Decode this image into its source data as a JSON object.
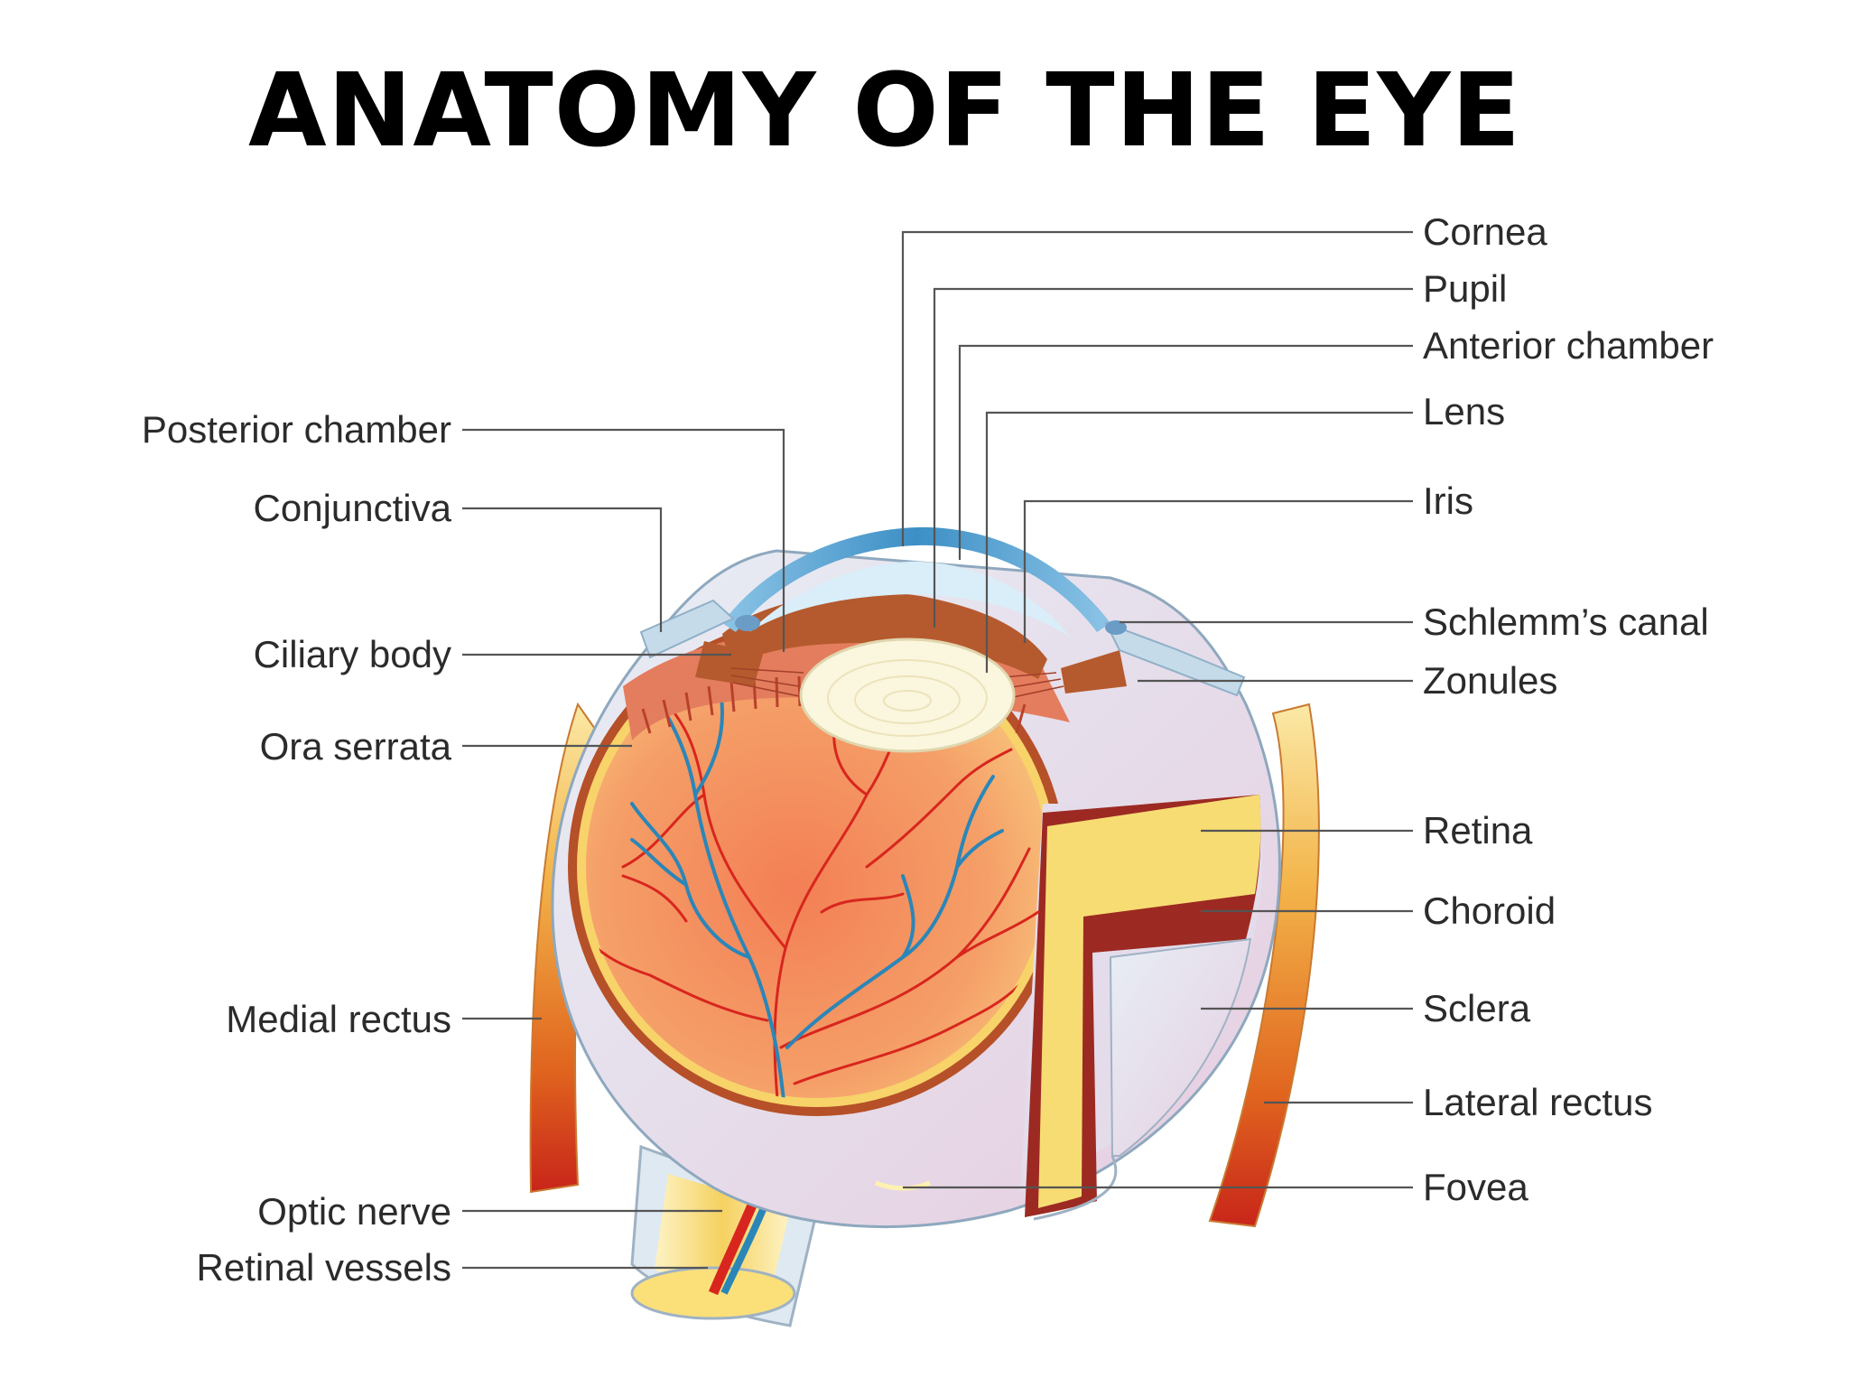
{
  "title": "ANATOMY OF THE EYE",
  "colors": {
    "cornea": "#4a9ed0",
    "sclera": "#dde7f0",
    "choroid": "#9c2a22",
    "retina_yellow": "#f7dc73",
    "fundus": "#f4a068",
    "iris": "#b55a2e",
    "lens": "#fbf6de",
    "vein": "#2b86b8",
    "artery": "#d8261e",
    "muscle": "#e88a2c"
  },
  "labels": {
    "left": {
      "posterior_chamber": "Posterior chamber",
      "conjunctiva": "Conjunctiva",
      "ciliary_body": "Ciliary body",
      "ora_serrata": "Ora serrata",
      "medial_rectus": "Medial rectus",
      "optic_nerve": "Optic nerve",
      "retinal_vessels": "Retinal vessels"
    },
    "right": {
      "cornea": "Cornea",
      "pupil": "Pupil",
      "anterior_chamber": "Anterior chamber",
      "lens": "Lens",
      "iris": "Iris",
      "schlemms_canal": "Schlemm’s canal",
      "zonules": "Zonules",
      "retina": "Retina",
      "choroid": "Choroid",
      "sclera": "Sclera",
      "lateral_rectus": "Lateral rectus",
      "fovea": "Fovea"
    }
  }
}
